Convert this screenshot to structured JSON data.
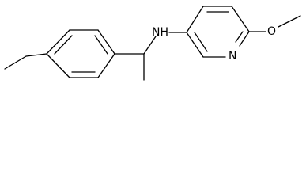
{
  "structure": {
    "atom_labels": {
      "amine_nh": "NH",
      "ring_n": "N",
      "methoxy_o": "O"
    },
    "colors": {
      "bond": "#000000",
      "label": "#000000",
      "background": "#ffffff"
    }
  }
}
